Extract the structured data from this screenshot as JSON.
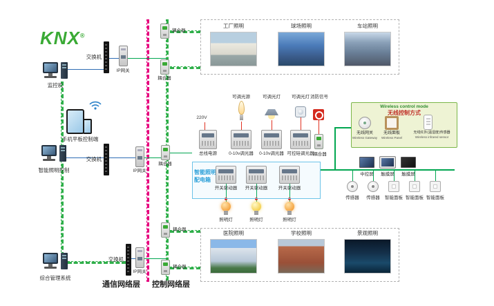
{
  "colors": {
    "knx_green": "#3aaa35",
    "bus_green": "#00a650",
    "layer_magenta": "#e6007e",
    "distribution_box_blue": "#2a9fd8",
    "wireless_box_bg": "#eef3d4",
    "alarm_red": "#d42a1e"
  },
  "logo": {
    "text": "KNX",
    "registered": "®"
  },
  "left_devices": [
    {
      "label": "监控机"
    },
    {
      "label": "手机平板控制端"
    },
    {
      "label": "智能照明控制"
    },
    {
      "label": "综合管理系统"
    }
  ],
  "switches": [
    {
      "label": "交换机"
    },
    {
      "label": "交换机"
    },
    {
      "label": "交换机"
    }
  ],
  "gateways": [
    {
      "label": "IP网关"
    },
    {
      "label": "IP网关"
    },
    {
      "label": "IP网关"
    }
  ],
  "couplers": [
    {
      "label": "耦合器"
    },
    {
      "label": "耦合器"
    },
    {
      "label": "耦合器"
    },
    {
      "label": "耦合器"
    },
    {
      "label": "耦合器"
    },
    {
      "label": "耦合器"
    }
  ],
  "scenes_top": [
    {
      "label": "工厂照明"
    },
    {
      "label": "球场照明"
    },
    {
      "label": "车站照明"
    }
  ],
  "scenes_bottom": [
    {
      "label": "医院照明"
    },
    {
      "label": "学校照明"
    },
    {
      "label": "景观照明"
    }
  ],
  "power": {
    "label_220v": "220V",
    "bus_power": "总线电源"
  },
  "bus_modules": [
    {
      "label": "0-10v调光器"
    },
    {
      "label": "0-10v调光器"
    },
    {
      "label": "可控硅调光器"
    }
  ],
  "fixtures": [
    {
      "label": "可调光源"
    },
    {
      "label": "可调光灯"
    },
    {
      "label": "可调光灯"
    },
    {
      "label": "消防信号"
    }
  ],
  "distribution_box": {
    "title_line1": "智能照明",
    "title_line2": "配电箱",
    "drivers": [
      {
        "label": "开关驱动器"
      },
      {
        "label": "开关驱动器"
      },
      {
        "label": "开关驱动器"
      }
    ]
  },
  "lamps": [
    {
      "label": "照明灯"
    },
    {
      "label": "照明灯"
    },
    {
      "label": "照明灯"
    }
  ],
  "wireless": {
    "title_en": "Wireless control mode",
    "title_zh": "无线控制方式",
    "items": [
      {
        "zh": "无线网关",
        "en": "Wireless Gateway"
      },
      {
        "zh": "无线面板",
        "en": "Wireless Panel"
      },
      {
        "zh": "无线红外(温湿度)传感器",
        "en": "Wireless infrared sensor"
      }
    ]
  },
  "screens": [
    {
      "label": "中控屏"
    },
    {
      "label": "触摸屏"
    },
    {
      "label": "触摸屏"
    }
  ],
  "field_devices": [
    {
      "label": "传感器"
    },
    {
      "label": "传感器"
    },
    {
      "label": "智能面板"
    },
    {
      "label": "智能面板"
    },
    {
      "label": "智能面板"
    }
  ],
  "layers": {
    "communication": "通信网络层",
    "control": "控制网络层"
  }
}
